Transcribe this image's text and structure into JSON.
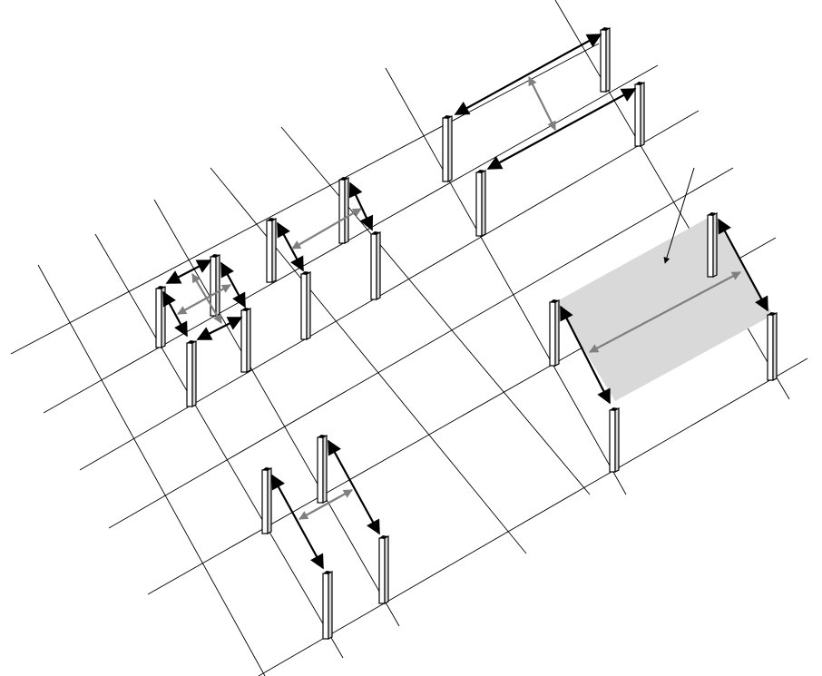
{
  "diagram": {
    "description_visible_text": "",
    "colors": {
      "background": "#ffffff",
      "grid_line": "#000000",
      "primary_dimension": "#000000",
      "secondary_dimension": "#7f7f7f",
      "highlight_area": "#d9d9d9",
      "post_face": "#ffffff",
      "post_side": "#d6d6d6"
    },
    "groups": [
      {
        "id": "post-group-small-square",
        "posts": 4,
        "primary_dimensions": 4,
        "secondary_dimensions": 2
      },
      {
        "id": "post-group-mid",
        "posts": 4,
        "primary_dimensions": 2,
        "secondary_dimensions": 1
      },
      {
        "id": "post-group-long-top",
        "posts": 4,
        "primary_dimensions": 2,
        "secondary_dimensions": 1
      },
      {
        "id": "post-group-bottom",
        "posts": 4,
        "primary_dimensions": 2,
        "secondary_dimensions": 1
      },
      {
        "id": "post-group-highlighted",
        "posts": 4,
        "primary_dimensions": 2,
        "secondary_dimensions": 1,
        "has_shaded_area": true,
        "has_leader_arrow": true
      }
    ]
  }
}
